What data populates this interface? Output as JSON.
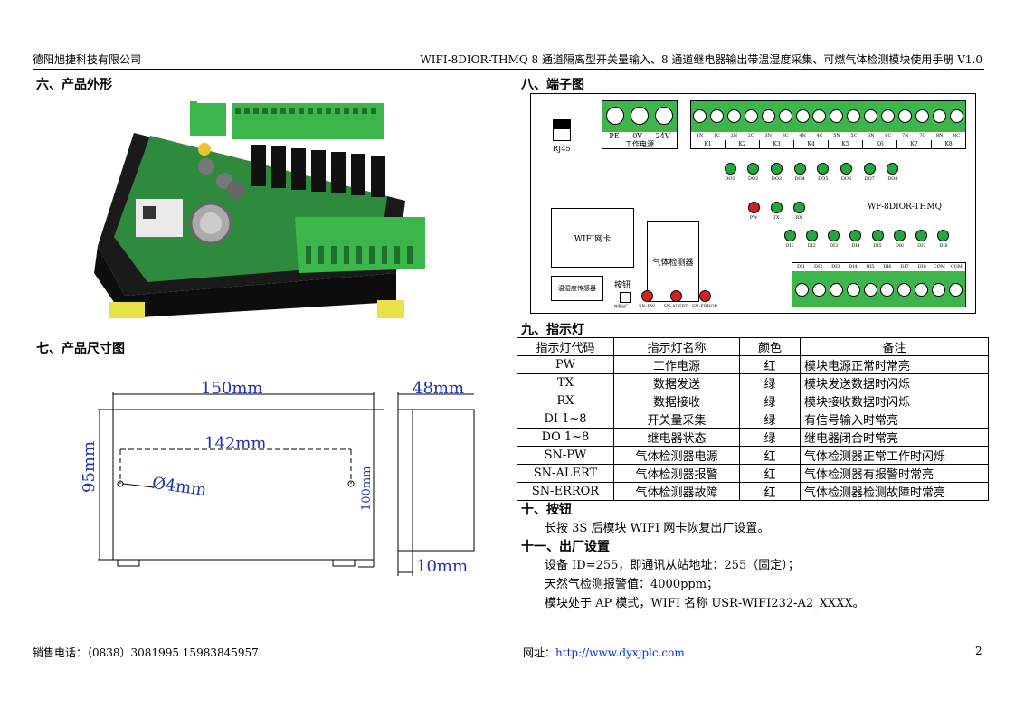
{
  "header": {
    "company": "德阳旭捷科技有限公司",
    "doc_title": "WIFI-8DIOR-THMQ  8 通道隔离型开关量输入、8 通道继电器输出带温湿度采集、可燃气体检测模块使用手册  V1.0"
  },
  "sections": {
    "s6": "六、产品外形",
    "s7": "七、产品尺寸图",
    "s8": "八、端子图",
    "s9": "九、指示灯",
    "s10": "十、按钮",
    "s11": "十一、出厂设置"
  },
  "dimensions": {
    "w150": "150mm",
    "w142": "142mm",
    "h95": "95mm",
    "hole": "Ø4mm",
    "h100": "100mm",
    "d48": "48mm",
    "d10": "10mm"
  },
  "terminal": {
    "rj45": "RJ45",
    "pe": "PE",
    "v0": "0V",
    "v24": "24V",
    "power_label": "工作电源",
    "relay_pins": [
      "1N",
      "1C",
      "2N",
      "2C",
      "3N",
      "3C",
      "4N",
      "4C",
      "5N",
      "5C",
      "6N",
      "6C",
      "7N",
      "7C",
      "8N",
      "8C"
    ],
    "relay_groups": [
      "K1",
      "K2",
      "K3",
      "K4",
      "K5",
      "K6",
      "K7",
      "K8"
    ],
    "do_leds": [
      "DO1",
      "DO2",
      "DO3",
      "DO4",
      "DO5",
      "DO6",
      "DO7",
      "DO8"
    ],
    "status_leds": [
      "PW",
      "TX",
      "RX"
    ],
    "model": "WF-8DIOR-THMQ",
    "di_leds": [
      "DI1",
      "DI2",
      "DI3",
      "DI4",
      "DI5",
      "DI6",
      "DI7",
      "DI8"
    ],
    "wifi": "WIFI网卡",
    "gas": "气体检测器",
    "temp": "温湿度传感器",
    "button": "按钮",
    "button_note": "恢复出厂",
    "sn_leds": [
      "SN-PW",
      "SN-ALERT",
      "SN-ERROR"
    ],
    "di_pins": [
      "DI1",
      "DI2",
      "DI3",
      "DI4",
      "DI5",
      "DI6",
      "DI7",
      "DI8",
      "COM",
      "COM"
    ]
  },
  "indicator_table": {
    "headers": [
      "指示灯代码",
      "指示灯名称",
      "颜色",
      "备注"
    ],
    "rows": [
      [
        "PW",
        "工作电源",
        "红",
        "模块电源正常时常亮"
      ],
      [
        "TX",
        "数据发送",
        "绿",
        "模块发送数据时闪烁"
      ],
      [
        "RX",
        "数据接收",
        "绿",
        "模块接收数据时闪烁"
      ],
      [
        "DI 1~8",
        "开关量采集",
        "绿",
        "有信号输入时常亮"
      ],
      [
        "DO 1~8",
        "继电器状态",
        "绿",
        "继电器闭合时常亮"
      ],
      [
        "SN-PW",
        "气体检测器电源",
        "红",
        "气体检测器正常工作时闪烁"
      ],
      [
        "SN-ALERT",
        "气体检测器报警",
        "红",
        "气体检测器有报警时常亮"
      ],
      [
        "SN-ERROR",
        "气体检测器故障",
        "红",
        "气体检测器检测故障时常亮"
      ]
    ]
  },
  "button_text": "长按 3S 后模块 WIFI 网卡恢复出厂设置。",
  "factory": {
    "line1": "设备 ID=255，即通讯从站地址：255（固定）；",
    "line2": "天然气检测报警值：4000ppm；",
    "line3": "模块处于 AP 模式，WIFI 名称 USR-WIFI232-A2_XXXX。"
  },
  "footer": {
    "sales": "销售电话：（0838）3081995   15983845957",
    "site_label": "网址：",
    "site_url": "http://www.dyxjplc.com",
    "page": "2"
  },
  "colors": {
    "pcb_green": "#2e8b3e",
    "terminal_green": "#3cb54a",
    "led_green": "#1faa3b",
    "led_red": "#d61f1f",
    "dim_blue": "#2233aa"
  }
}
